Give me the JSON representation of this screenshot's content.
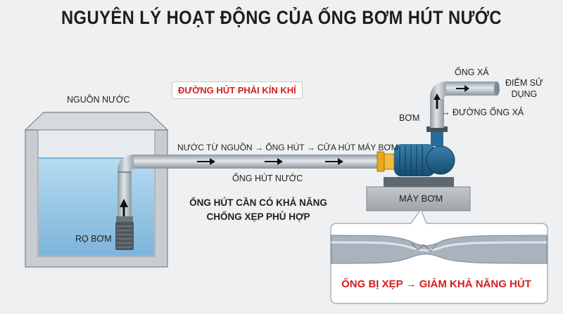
{
  "title": "NGUYÊN LÝ HOẠT ĐỘNG CỦA ỐNG BƠM HÚT NƯỚC",
  "labels": {
    "water_source": "NGUỒN NƯỚC",
    "airtight_warning": "ĐƯỜNG HÚT PHẢI KÍN KHÍ",
    "flow_path": "NƯỚC TỪ NGUỒN → ỐNG HÚT → CỬA HÚT MÁY BƠM",
    "suction_pipe": "ỐNG HÚT NƯỚC",
    "anti_collapse_line1": "ỐNG HÚT CẦN CÓ KHẢ NĂNG",
    "anti_collapse_line2": "CHỐNG XẸP PHÙ HỢP",
    "foot_valve": "RỌ BƠM",
    "pump": "BƠM",
    "discharge_line": "ĐƯỜNG ỐNG XẢ",
    "discharge_pipe": "ỐNG XẢ",
    "use_point_line1": "ĐIỂM SỬ",
    "use_point_line2": "DỤNG",
    "pump_machine": "MÁY BƠM",
    "collapsed_result": "ỐNG BỊ XẸP",
    "reduced_suction": "GIẢM KHẢ NĂNG HÚT",
    "arrow_right": "→",
    "arrow_up": "↑"
  },
  "colors": {
    "pipe": "#a9b3bd",
    "water": "#8fc3e3",
    "pump_body": "#1d5e87",
    "warning_red": "#d21f1f",
    "flange_yellow": "#e6a81c"
  }
}
